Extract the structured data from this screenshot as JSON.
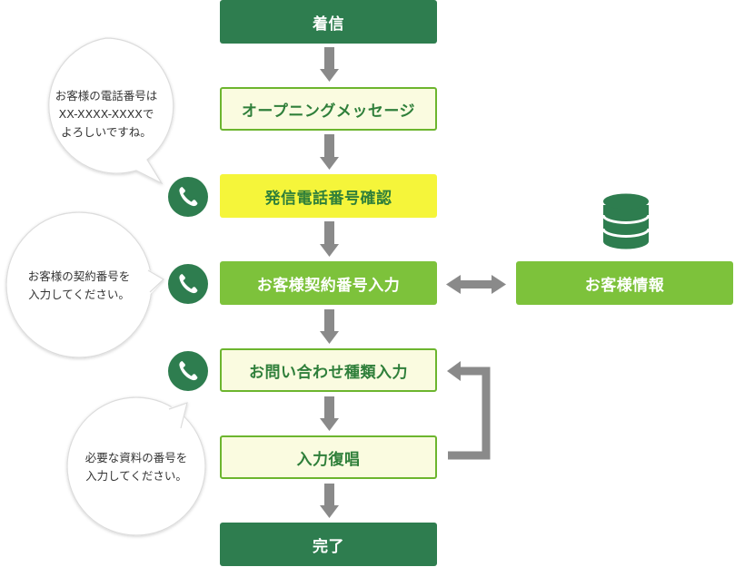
{
  "flow": {
    "incoming": "着信",
    "opening": "オープニングメッセージ",
    "caller_id": "発信電話番号確認",
    "contract_input": "お客様契約番号入力",
    "inquiry_input": "お問い合わせ種類入力",
    "repeat": "入力復唱",
    "complete": "完了"
  },
  "database": {
    "label": "お客様情報",
    "icon": "database-icon"
  },
  "bubbles": {
    "phone_confirm": [
      "お客様の電話番号は",
      "XX-XXXX-XXXXで",
      "よろしいですね。"
    ],
    "contract_prompt": [
      "お客様の契約番号を",
      "入力してください。"
    ],
    "document_prompt": [
      "必要な資料の番号を",
      "入力してください。"
    ]
  },
  "colors": {
    "dark_green": "#2e7d4f",
    "light_green": "#7dc23b",
    "yellow": "#f5f53a",
    "arrow_gray": "#8a8a8a"
  }
}
